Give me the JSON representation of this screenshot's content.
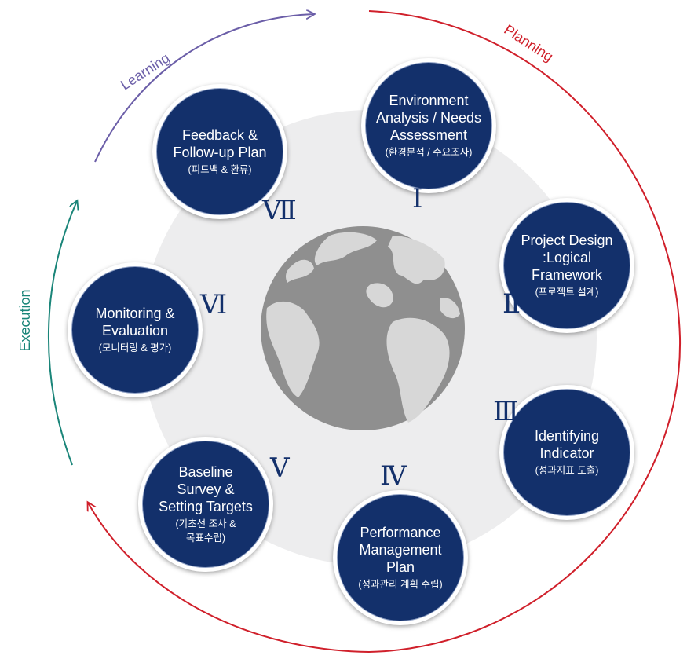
{
  "phases": {
    "learning": {
      "label": "Learning",
      "color": "#6b5ea8"
    },
    "planning": {
      "label": "Planning",
      "color": "#d0202b"
    },
    "execution": {
      "label": "Execution",
      "color": "#1a8579"
    }
  },
  "colors": {
    "node_fill": "#13306b",
    "background_disc": "#ededee",
    "globe": "#8f8f8f"
  },
  "steps": [
    {
      "numeral": "Ⅰ",
      "title": "Environment\nAnalysis / Needs\nAssessment",
      "subtitle": "(환경분석 / 수요조사)"
    },
    {
      "numeral": "Ⅱ",
      "title": "Project Design\n:Logical\nFramework",
      "subtitle": "(프로젝트 설계)"
    },
    {
      "numeral": "Ⅲ",
      "title": "Identifying\nIndicator",
      "subtitle": "(성과지표 도출)"
    },
    {
      "numeral": "Ⅳ",
      "title": "Performance\nManagement\nPlan",
      "subtitle": "(성과관리 계획 수립)"
    },
    {
      "numeral": "Ⅴ",
      "title": "Baseline\nSurvey &\nSetting Targets",
      "subtitle": "(기초선 조사 &\n목표수립)"
    },
    {
      "numeral": "Ⅵ",
      "title": "Monitoring &\nEvaluation",
      "subtitle": "(모니터링 & 평가)"
    },
    {
      "numeral": "Ⅶ",
      "title": "Feedback &\nFollow-up Plan",
      "subtitle": "(피드백 & 환류)"
    }
  ]
}
